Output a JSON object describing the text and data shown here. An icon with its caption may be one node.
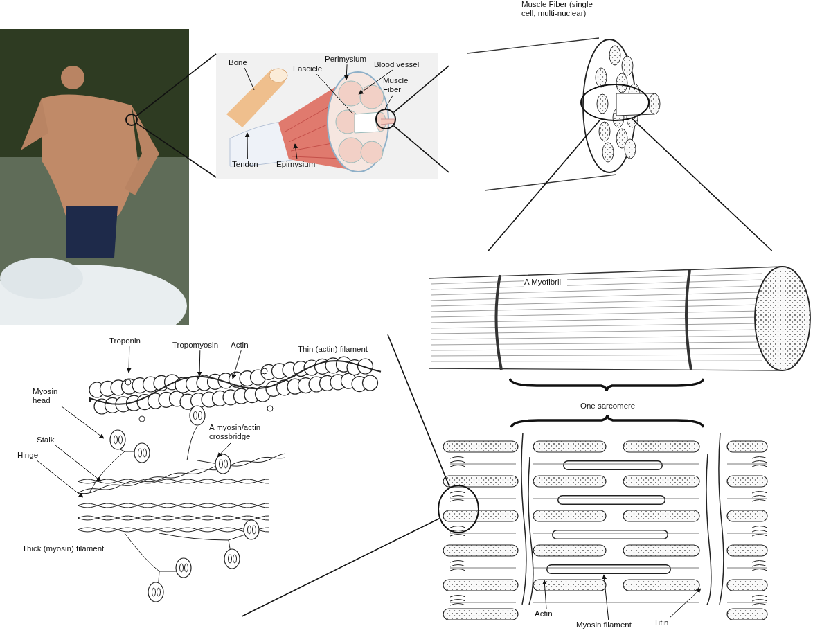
{
  "diagram": {
    "nodes": [
      {
        "text": [],
        "shape": "picture"
      },
      {
        "text": [],
        "shape": "circle",
        "in": 0
      },
      {
        "text": [],
        "shape": "picture"
      },
      {
        "text": [],
        "shape": "circle",
        "in": 2
      },
      {
        "text": [],
        "shape": "picture",
        "beside": [
          "Muscle Fiber (single cell, multi-nuclear)"
        ]
      },
      {
        "text": [],
        "shape": "circle",
        "in": 4
      },
      {
        "text": [
          "A Myofibril"
        ]
      },
      {
        "text": [],
        "shape": "picture"
      },
      {
        "text": [],
        "shape": "circle",
        "in": 7
      },
      {
        "text": [],
        "shape": "picture"
      },
      {
        "text": [
          "Bone"
        ],
        "in": 2
      },
      {
        "text": [
          "Fascicle"
        ],
        "in": 2
      },
      {
        "text": [
          "Perimysium"
        ],
        "in": 2
      },
      {
        "text": [
          "Blood vessel"
        ],
        "in": 2
      },
      {
        "text": [
          "Muscle Fiber"
        ],
        "in": 2
      },
      {
        "text": [
          "Tendon"
        ],
        "in": 2
      },
      {
        "text": [
          "Epimysium"
        ],
        "in": 2
      },
      {
        "text": [
          "Troponin"
        ]
      },
      {
        "text": [
          "Tropomyosin"
        ]
      },
      {
        "text": [
          "Actin"
        ]
      },
      {
        "text": [
          "Myosin head"
        ]
      },
      {
        "text": [
          "Stalk"
        ]
      },
      {
        "text": [
          "Hinge"
        ]
      },
      {
        "text": [
          "A myosin/actin crossbridge"
        ],
        "in": 9
      },
      {
        "text": [
          "Actin"
        ],
        "in": 7
      },
      {
        "text": [
          "Myosin filament"
        ]
      },
      {
        "text": [
          "Titin"
        ]
      }
    ],
    "edges": [
      {
        "from": 1,
        "to": 2,
        "arrow": "none"
      },
      {
        "from": 1,
        "to": 2,
        "arrow": "none"
      },
      {
        "from": 3,
        "to": 4,
        "arrow": "none"
      },
      {
        "from": 3,
        "to": 4,
        "arrow": "none"
      },
      {
        "from": 5,
        "to": 6,
        "arrow": "none"
      },
      {
        "from": 5,
        "to": 6,
        "arrow": "none"
      },
      {
        "from": 8,
        "to": 9,
        "arrow": "none"
      },
      {
        "from": 8,
        "to": 9,
        "arrow": "none"
      },
      {
        "from": 10,
        "to": 2,
        "arrow": "none"
      },
      {
        "from": 11,
        "to": 2,
        "arrow": "none"
      },
      {
        "from": 12,
        "to": 2,
        "arrow": "to"
      },
      {
        "from": 13,
        "to": 2,
        "arrow": "to"
      },
      {
        "from": 14,
        "to": 3,
        "arrow": "none"
      },
      {
        "from": 15,
        "to": 2,
        "arrow": "to"
      },
      {
        "from": 16,
        "to": 2,
        "arrow": "to"
      },
      {
        "from": 17,
        "to": 9,
        "arrow": "to"
      },
      {
        "from": 18,
        "to": 9,
        "arrow": "to"
      },
      {
        "from": 19,
        "to": 9,
        "arrow": "to"
      },
      {
        "from": 20,
        "to": 9,
        "arrow": "to"
      },
      {
        "from": 21,
        "to": 9,
        "arrow": "to"
      },
      {
        "from": 22,
        "to": 9,
        "arrow": "to"
      },
      {
        "from": 23,
        "to": 9,
        "arrow": "to"
      },
      {
        "from": 24,
        "to": 7,
        "arrow": "to"
      },
      {
        "from": 25,
        "to": 7,
        "arrow": "to"
      },
      {
        "from": 26,
        "to": 7,
        "arrow": "to"
      }
    ],
    "labels": [
      "Thin (actin) filament",
      "One sarcomere",
      "Thick (myosin) filament"
    ]
  }
}
